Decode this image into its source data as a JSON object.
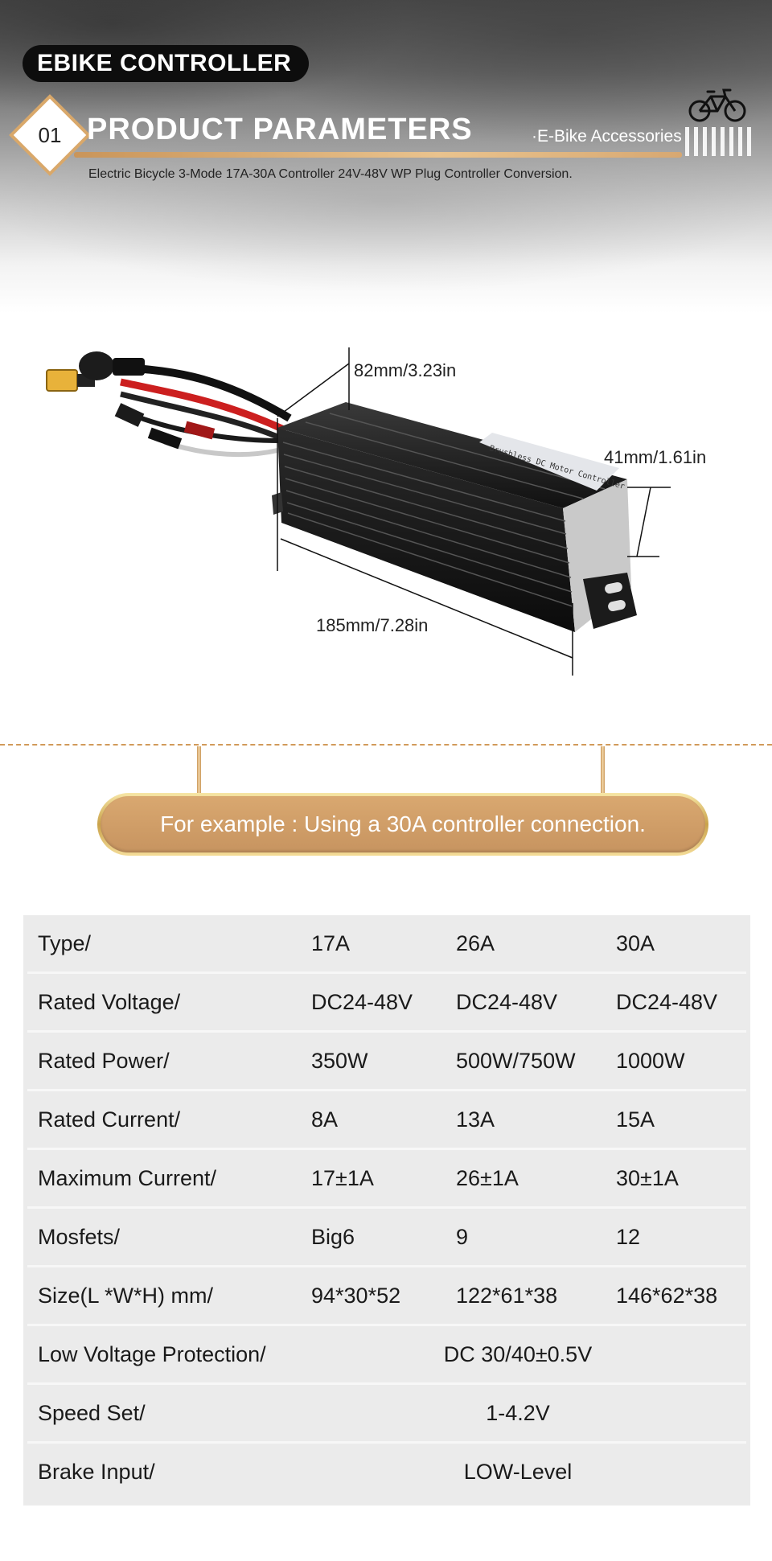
{
  "header": {
    "brand": "EBIKE CONTROLLER",
    "section_number": "01",
    "section_title": "PRODUCT PARAMETERS",
    "accessories": "·E-Bike Accessories",
    "subtitle": "Electric Bicycle 3-Mode 17A-30A Controller 24V-48V WP Plug Controller Conversion."
  },
  "product": {
    "label_text": "Brushless DC Motor Controller",
    "dimensions": {
      "height": "82mm/3.23in",
      "width": "41mm/1.61in",
      "length": "185mm/7.28in"
    }
  },
  "banner": {
    "text": "For example : Using a 30A controller connection."
  },
  "spec_table": {
    "rows": [
      {
        "label": "Type/",
        "a": "17A",
        "b": "26A",
        "c": "30A"
      },
      {
        "label": "Rated Voltage/",
        "a": "DC24-48V",
        "b": "DC24-48V",
        "c": "DC24-48V"
      },
      {
        "label": "Rated Power/",
        "a": "350W",
        "b": "500W/750W",
        "c": "1000W"
      },
      {
        "label": "Rated Current/",
        "a": "8A",
        "b": "13A",
        "c": "15A"
      },
      {
        "label": "Maximum Current/",
        "a": "17±1A",
        "b": "26±1A",
        "c": "30±1A"
      },
      {
        "label": "Mosfets/",
        "a": "Big6",
        "b": "9",
        "c": "12"
      },
      {
        "label": "Size(L *W*H) mm/",
        "a": "94*30*52",
        "b": "122*61*38",
        "c": "146*62*38"
      },
      {
        "label": "Low Voltage Protection/",
        "span": "DC 30/40±0.5V"
      },
      {
        "label": "Speed Set/",
        "span": "1-4.2V"
      },
      {
        "label": "Brake Input/",
        "span": "LOW-Level"
      }
    ]
  },
  "colors": {
    "accent": "#d9a870",
    "banner_border": "#c9a24a",
    "table_bg": "#ebebeb"
  }
}
